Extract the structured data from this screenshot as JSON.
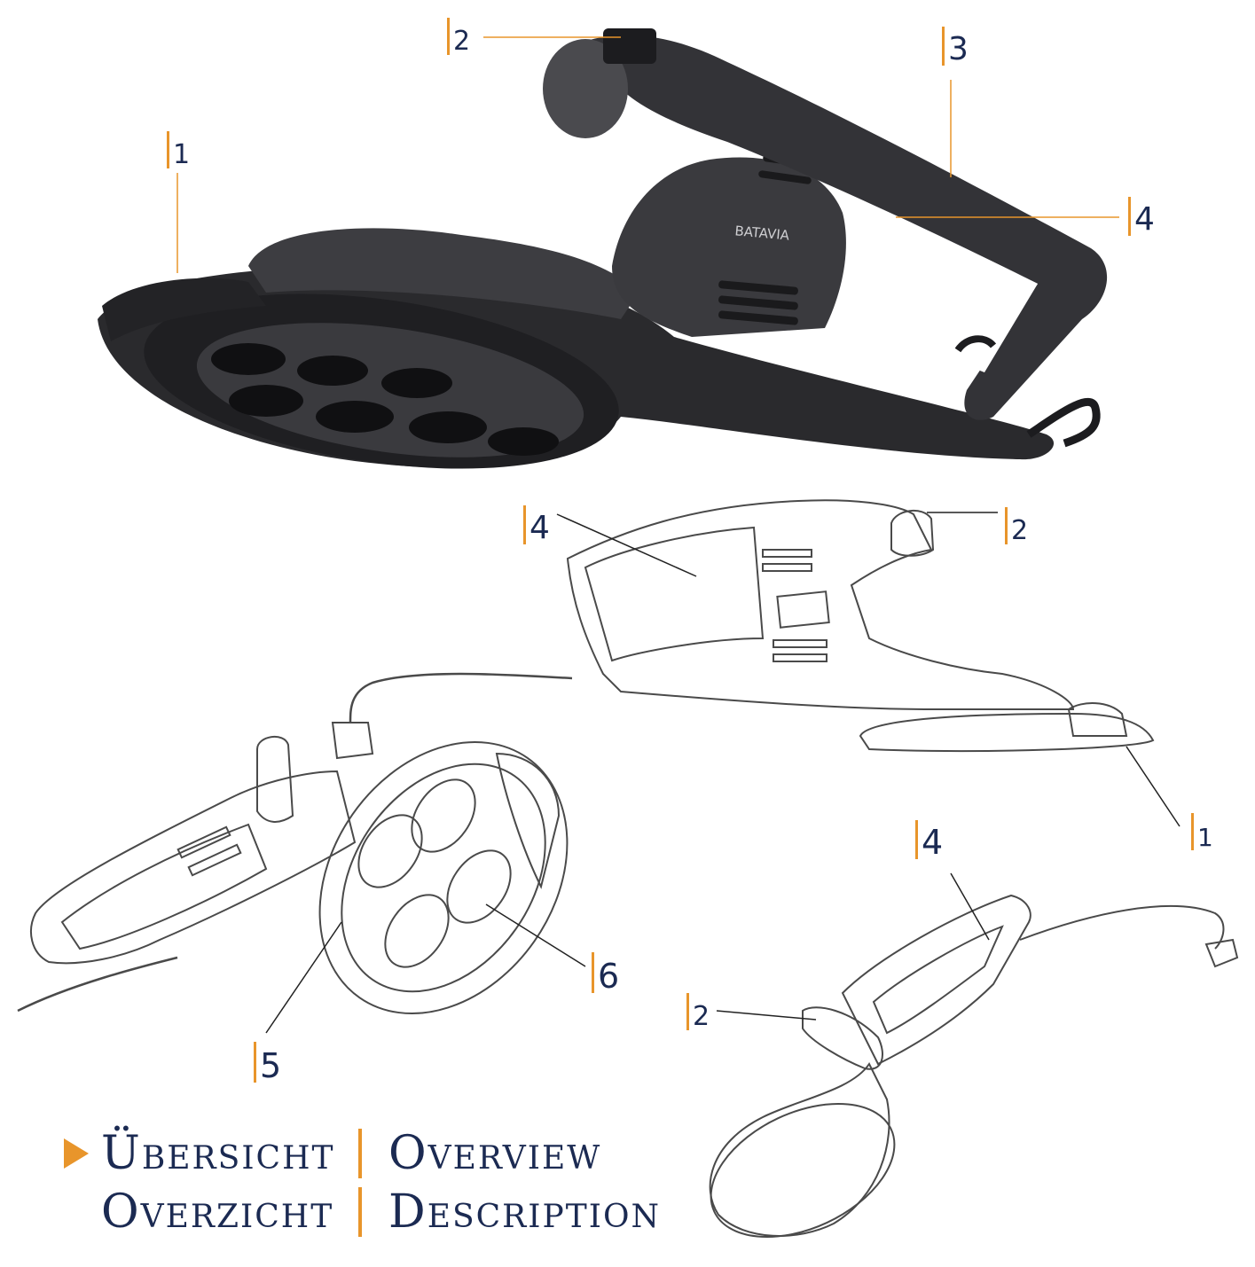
{
  "colors": {
    "label": "#1b2a52",
    "accent": "#e8952b",
    "device_dark": "#2b2b2e",
    "device_mid": "#3c3c40",
    "line_art": "#4a4a4a"
  },
  "photo": {
    "brand": "BATAVIA",
    "callouts": [
      "1",
      "2",
      "3",
      "4"
    ]
  },
  "side_drawing": {
    "callouts": [
      "4",
      "2",
      "1"
    ]
  },
  "bottom_drawing": {
    "callouts": [
      "6",
      "5"
    ]
  },
  "top_drawing": {
    "callouts": [
      "4",
      "2"
    ]
  },
  "title": {
    "row1": [
      "Übersicht",
      "Overview"
    ],
    "row2": [
      "Overzicht",
      "Description"
    ]
  }
}
